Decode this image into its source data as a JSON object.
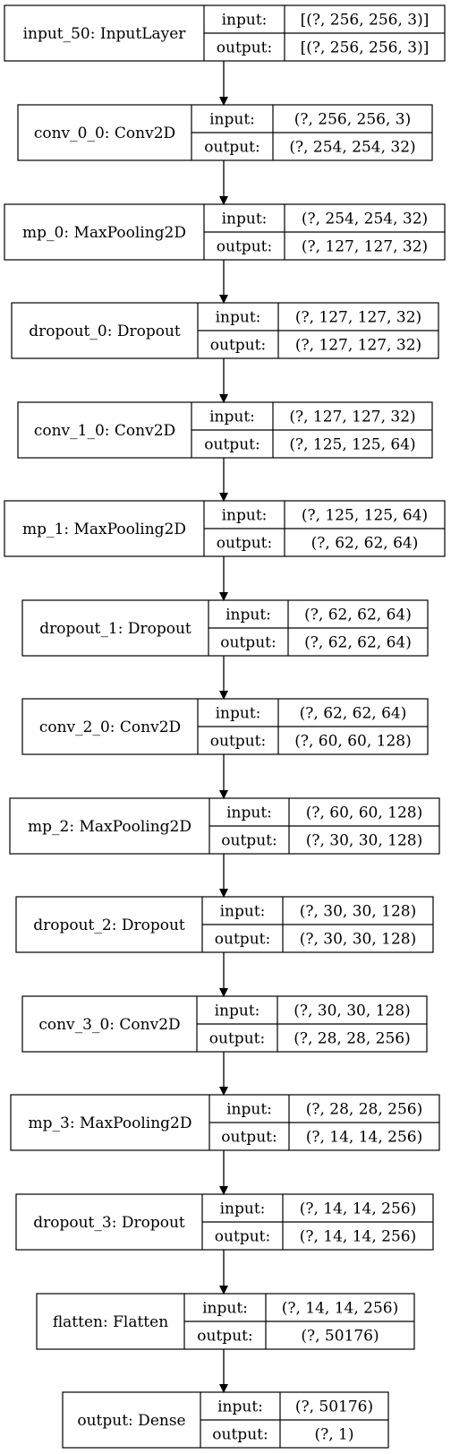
{
  "diagram": {
    "input_label": "input:",
    "output_label": "output:",
    "layers": [
      {
        "name": "input_50: InputLayer",
        "input": "[(?, 256, 256, 3)]",
        "output": "[(?, 256, 256, 3)]"
      },
      {
        "name": "conv_0_0: Conv2D",
        "input": "(?, 256, 256, 3)",
        "output": "(?, 254, 254, 32)"
      },
      {
        "name": "mp_0: MaxPooling2D",
        "input": "(?, 254, 254, 32)",
        "output": "(?, 127, 127, 32)"
      },
      {
        "name": "dropout_0: Dropout",
        "input": "(?, 127, 127, 32)",
        "output": "(?, 127, 127, 32)"
      },
      {
        "name": "conv_1_0: Conv2D",
        "input": "(?, 127, 127, 32)",
        "output": "(?, 125, 125, 64)"
      },
      {
        "name": "mp_1: MaxPooling2D",
        "input": "(?, 125, 125, 64)",
        "output": "(?, 62, 62, 64)"
      },
      {
        "name": "dropout_1: Dropout",
        "input": "(?, 62, 62, 64)",
        "output": "(?, 62, 62, 64)"
      },
      {
        "name": "conv_2_0: Conv2D",
        "input": "(?, 62, 62, 64)",
        "output": "(?, 60, 60, 128)"
      },
      {
        "name": "mp_2: MaxPooling2D",
        "input": "(?, 60, 60, 128)",
        "output": "(?, 30, 30, 128)"
      },
      {
        "name": "dropout_2: Dropout",
        "input": "(?, 30, 30, 128)",
        "output": "(?, 30, 30, 128)"
      },
      {
        "name": "conv_3_0: Conv2D",
        "input": "(?, 30, 30, 128)",
        "output": "(?, 28, 28, 256)"
      },
      {
        "name": "mp_3: MaxPooling2D",
        "input": "(?, 28, 28, 256)",
        "output": "(?, 14, 14, 256)"
      },
      {
        "name": "dropout_3: Dropout",
        "input": "(?, 14, 14, 256)",
        "output": "(?, 14, 14, 256)"
      },
      {
        "name": "flatten: Flatten",
        "input": "(?, 14, 14, 256)",
        "output": "(?, 50176)"
      },
      {
        "name": "output: Dense",
        "input": "(?, 50176)",
        "output": "(?, 1)"
      }
    ]
  }
}
